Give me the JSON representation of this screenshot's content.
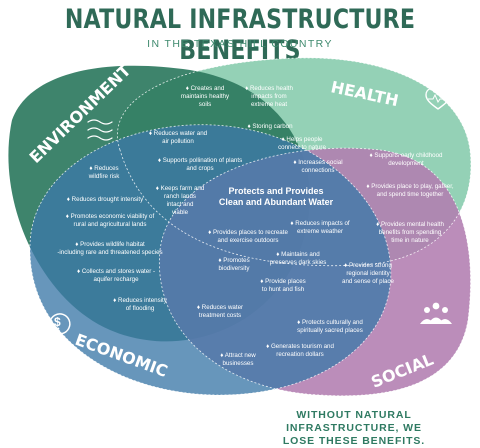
{
  "title": "NATURAL INFRASTRUCTURE BENEFITS",
  "subtitle": "IN THE TEXAS HILL COUNTRY",
  "footer": [
    "WITHOUT NATURAL INFRASTRUCTURE, WE",
    "LOSE THESE BENEFITS."
  ],
  "circles": {
    "environment": {
      "label": "ENVIRONMENT",
      "color": "#2e7a5f"
    },
    "health": {
      "label": "HEALTH",
      "color": "#8ecfb2"
    },
    "economic": {
      "label": "ECONOMIC",
      "color": "#3c79a8"
    },
    "social": {
      "label": "SOCIAL",
      "color": "#b27db0"
    }
  },
  "center_title": [
    "Protects and Provides",
    "Clean and Abundant Water"
  ],
  "items": {
    "env_health": [
      [
        "Creates and",
        "maintains healthy",
        "soils"
      ],
      [
        "Reduces health",
        "impacts from",
        "extreme heat"
      ],
      [
        "Storing carbon"
      ]
    ],
    "env_only": [
      [
        "Reduces",
        "wildfire risk"
      ],
      [
        "Reduces drought intensity"
      ]
    ],
    "env_econ": [
      [
        "Promotes economic viability of",
        "rural and agricultural lands"
      ],
      [
        "Provides wildlife habitat",
        "-including rare and threatened species"
      ],
      [
        "Collects and stores water -",
        "aquifer recharge"
      ],
      [
        "Reduces intensity",
        "of flooding"
      ]
    ],
    "env_health_econ": [
      [
        "Reduces water and",
        "air pollution"
      ],
      [
        "Supports pollination of plants",
        "and crops"
      ],
      [
        "Keeps farm and",
        "ranch lands",
        "intact and",
        "viable"
      ]
    ],
    "env_health_social": [
      [
        "Helps people",
        "connect to nature"
      ],
      [
        "Increases social",
        "connections"
      ]
    ],
    "health_social": [
      [
        "Supports early childhood",
        "development"
      ],
      [
        "Provides place to play, gather,",
        "and spend time together"
      ],
      [
        "Provides mental health",
        "benefits from spending",
        "time in nature"
      ]
    ],
    "center": [
      [
        "Provides places to recreate",
        "and exercise outdoors"
      ],
      [
        "Reduces impacts of",
        "extreme weather"
      ],
      [
        "Promotes",
        "biodiversity"
      ],
      [
        "Maintains and",
        "preserves dark skies"
      ],
      [
        "Provide places",
        "to hunt and fish"
      ]
    ],
    "env_econ_social": [
      [
        "Provides strong",
        "regional identity",
        "and sense of place"
      ]
    ],
    "econ_social": [
      [
        "Reduces water",
        "treatment costs"
      ],
      [
        "Protects culturally and",
        "spiritually sacred places"
      ],
      [
        "Generates tourism and",
        "recreation dollars"
      ],
      [
        "Attract new",
        "businesses"
      ]
    ]
  },
  "icons": [
    "wind-icon",
    "heart-pulse-icon",
    "dollar-cycle-icon",
    "people-group-icon"
  ]
}
